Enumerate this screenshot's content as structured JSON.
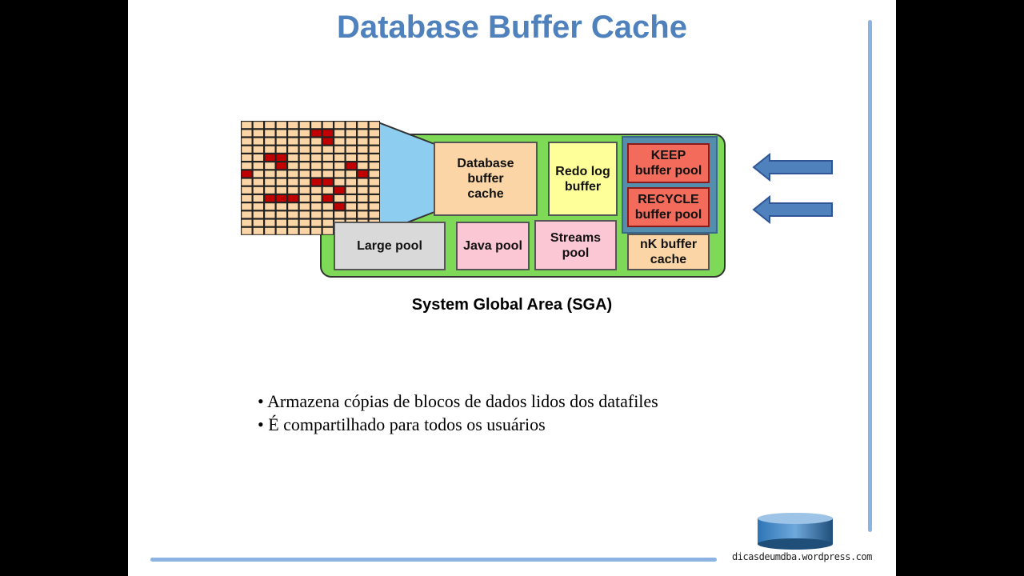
{
  "slide": {
    "title": "Database Buffer Cache",
    "sga_caption": "System Global Area (SGA)",
    "bullets": [
      "Armazena cópias de blocos de dados lidos dos datafiles",
      "É compartilhado para todos os usuários"
    ],
    "footer_url": "dicasdeumdba.wordpress.com"
  },
  "diagram": {
    "components": {
      "db_buffer_cache": "Database\nbuffer\ncache",
      "redo_log_buffer": "Redo log\nbuffer",
      "keep_pool": "KEEP\nbuffer pool",
      "recycle_pool": "RECYCLE\nbuffer pool",
      "large_pool": "Large pool",
      "java_pool": "Java pool",
      "streams_pool": "Streams\npool",
      "nk_cache": "nK buffer\ncache"
    },
    "colors": {
      "sga_green": "#7ed957",
      "buffer_tan": "#fbd5a5",
      "redo_yellow": "#ffff99",
      "keep_red": "#f26b5b",
      "pink": "#fbc7d4",
      "gray": "#d9d9d9",
      "funnel_blue": "#8dcdf0",
      "highlight_blue": "#4f81bd",
      "block_red": "#c00000"
    }
  }
}
